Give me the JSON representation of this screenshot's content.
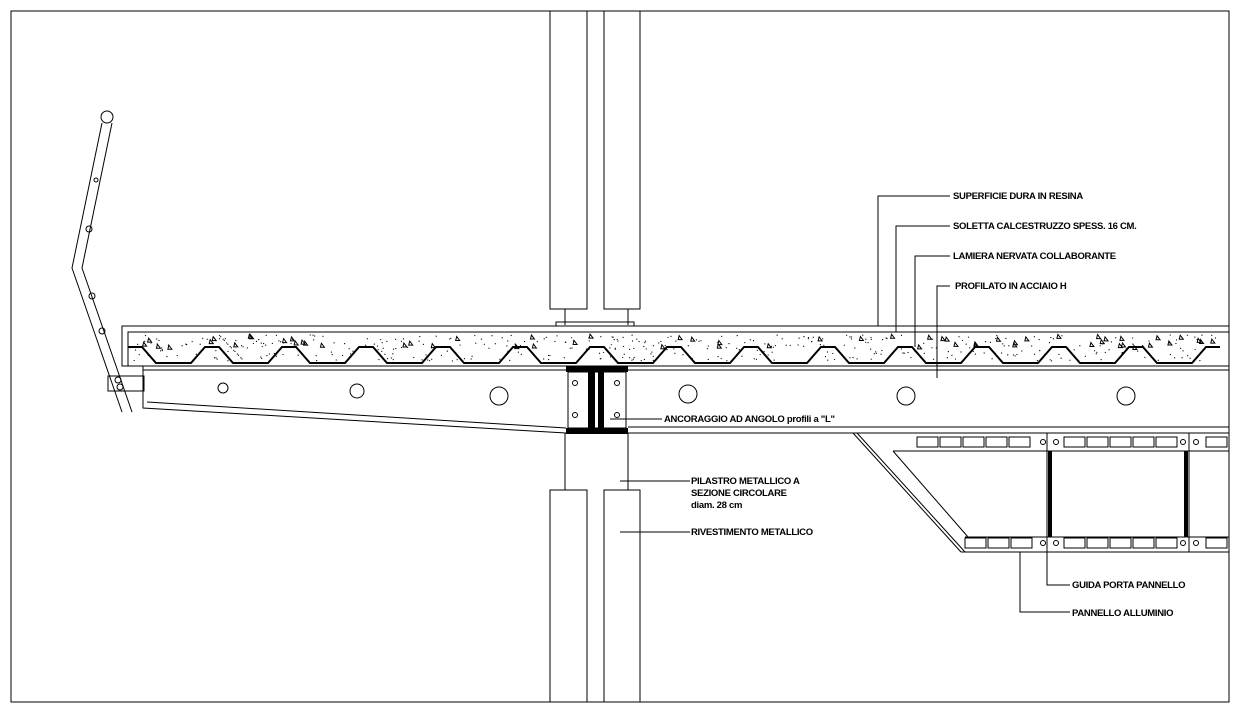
{
  "drawing": {
    "labels": {
      "surface": "SUPERFICIE DURA IN RESINA",
      "slab": "SOLETTA CALCESTRUZZO SPESS. 16 CM.",
      "deck": "LAMIERA NERVATA COLLABORANTE",
      "beam": "PROFILATO IN ACCIAIO H",
      "anchor": "ANCORAGGIO AD ANGOLO profili a \"L\"",
      "column_line1": "PILASTRO METALLICO A",
      "column_line2": "SEZIONE CIRCOLARE",
      "column_line3": "diam. 28 cm",
      "cladding": "RIVESTIMENTO METALLICO",
      "guide": "GUIDA PORTA PANNELLO",
      "panel": "PANNELLO ALLUMINIO"
    }
  }
}
